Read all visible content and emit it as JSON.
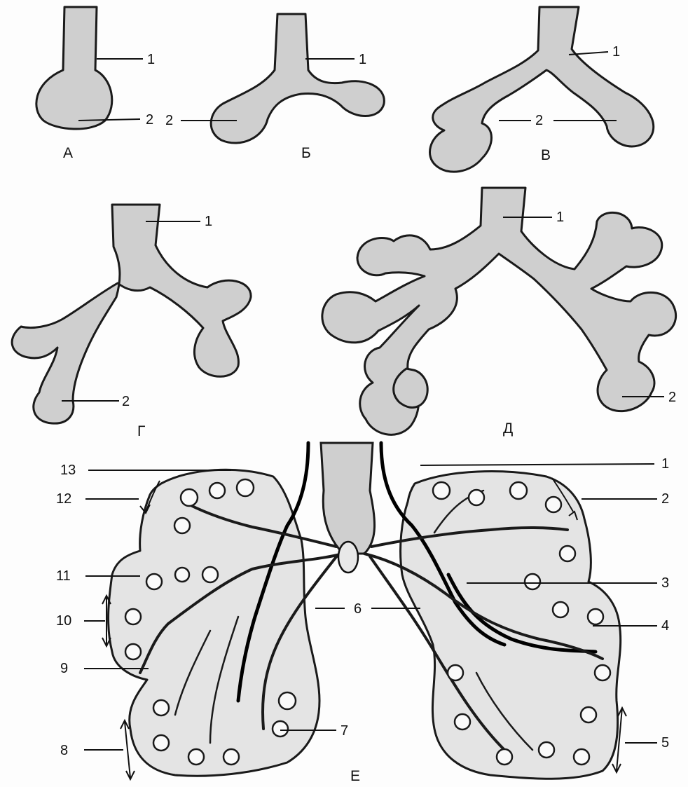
{
  "panels": {
    "a": {
      "letter": "А",
      "labels": [
        "1",
        "2"
      ]
    },
    "b": {
      "letter": "Б",
      "labels": [
        "1",
        "2"
      ]
    },
    "v": {
      "letter": "В",
      "labels": [
        "1",
        "2"
      ]
    },
    "g": {
      "letter": "Г",
      "labels": [
        "1",
        "2"
      ]
    },
    "d": {
      "letter": "Д",
      "labels": [
        "1",
        "2"
      ]
    },
    "e": {
      "letter": "Е",
      "labels": [
        "1",
        "2",
        "3",
        "4",
        "5",
        "6",
        "7",
        "8",
        "9",
        "10",
        "11",
        "12",
        "13"
      ]
    }
  }
}
